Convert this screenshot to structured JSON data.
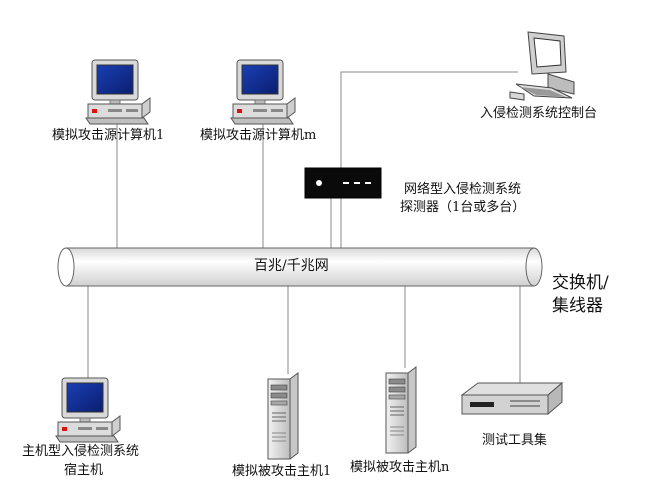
{
  "nodes": {
    "attacker1": {
      "label": "模拟攻击源计算机1"
    },
    "attackerm": {
      "label": "模拟攻击源计算机m"
    },
    "ids_console": {
      "label": "入侵检测系统控制台"
    },
    "network_sensor": {
      "label_line1": "网络型入侵检测系统",
      "label_line2": "探测器（1台或多台）"
    },
    "backbone": {
      "label": "百兆/千兆网"
    },
    "switch": {
      "label_line1": "交换机/",
      "label_line2": "集线器"
    },
    "host_ids": {
      "label_line1": "主机型入侵检测系统",
      "label_line2": "宿主机"
    },
    "victim1": {
      "label": "模拟被攻击主机1"
    },
    "victimn": {
      "label": "模拟被攻击主机n"
    },
    "test_tools": {
      "label": "测试工具集"
    }
  }
}
